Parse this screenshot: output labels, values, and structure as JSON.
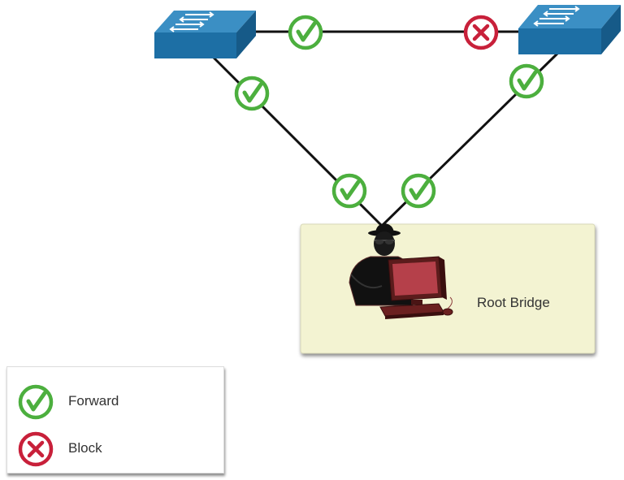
{
  "root_bridge_label": "Root Bridge",
  "legend": {
    "forward_label": "Forward",
    "block_label": "Block"
  },
  "colors": {
    "forward": "#4caf3e",
    "block": "#c8203a",
    "switch_top": "#3b8fc4",
    "switch_front": "#1d6fa5",
    "root_panel": "#f3f3d2",
    "link": "#111111"
  },
  "icons": {
    "forward": "check-circle-icon",
    "block": "x-circle-icon",
    "switch": "network-switch-icon",
    "attacker": "hooded-attacker-icon",
    "computer": "computer-icon"
  }
}
